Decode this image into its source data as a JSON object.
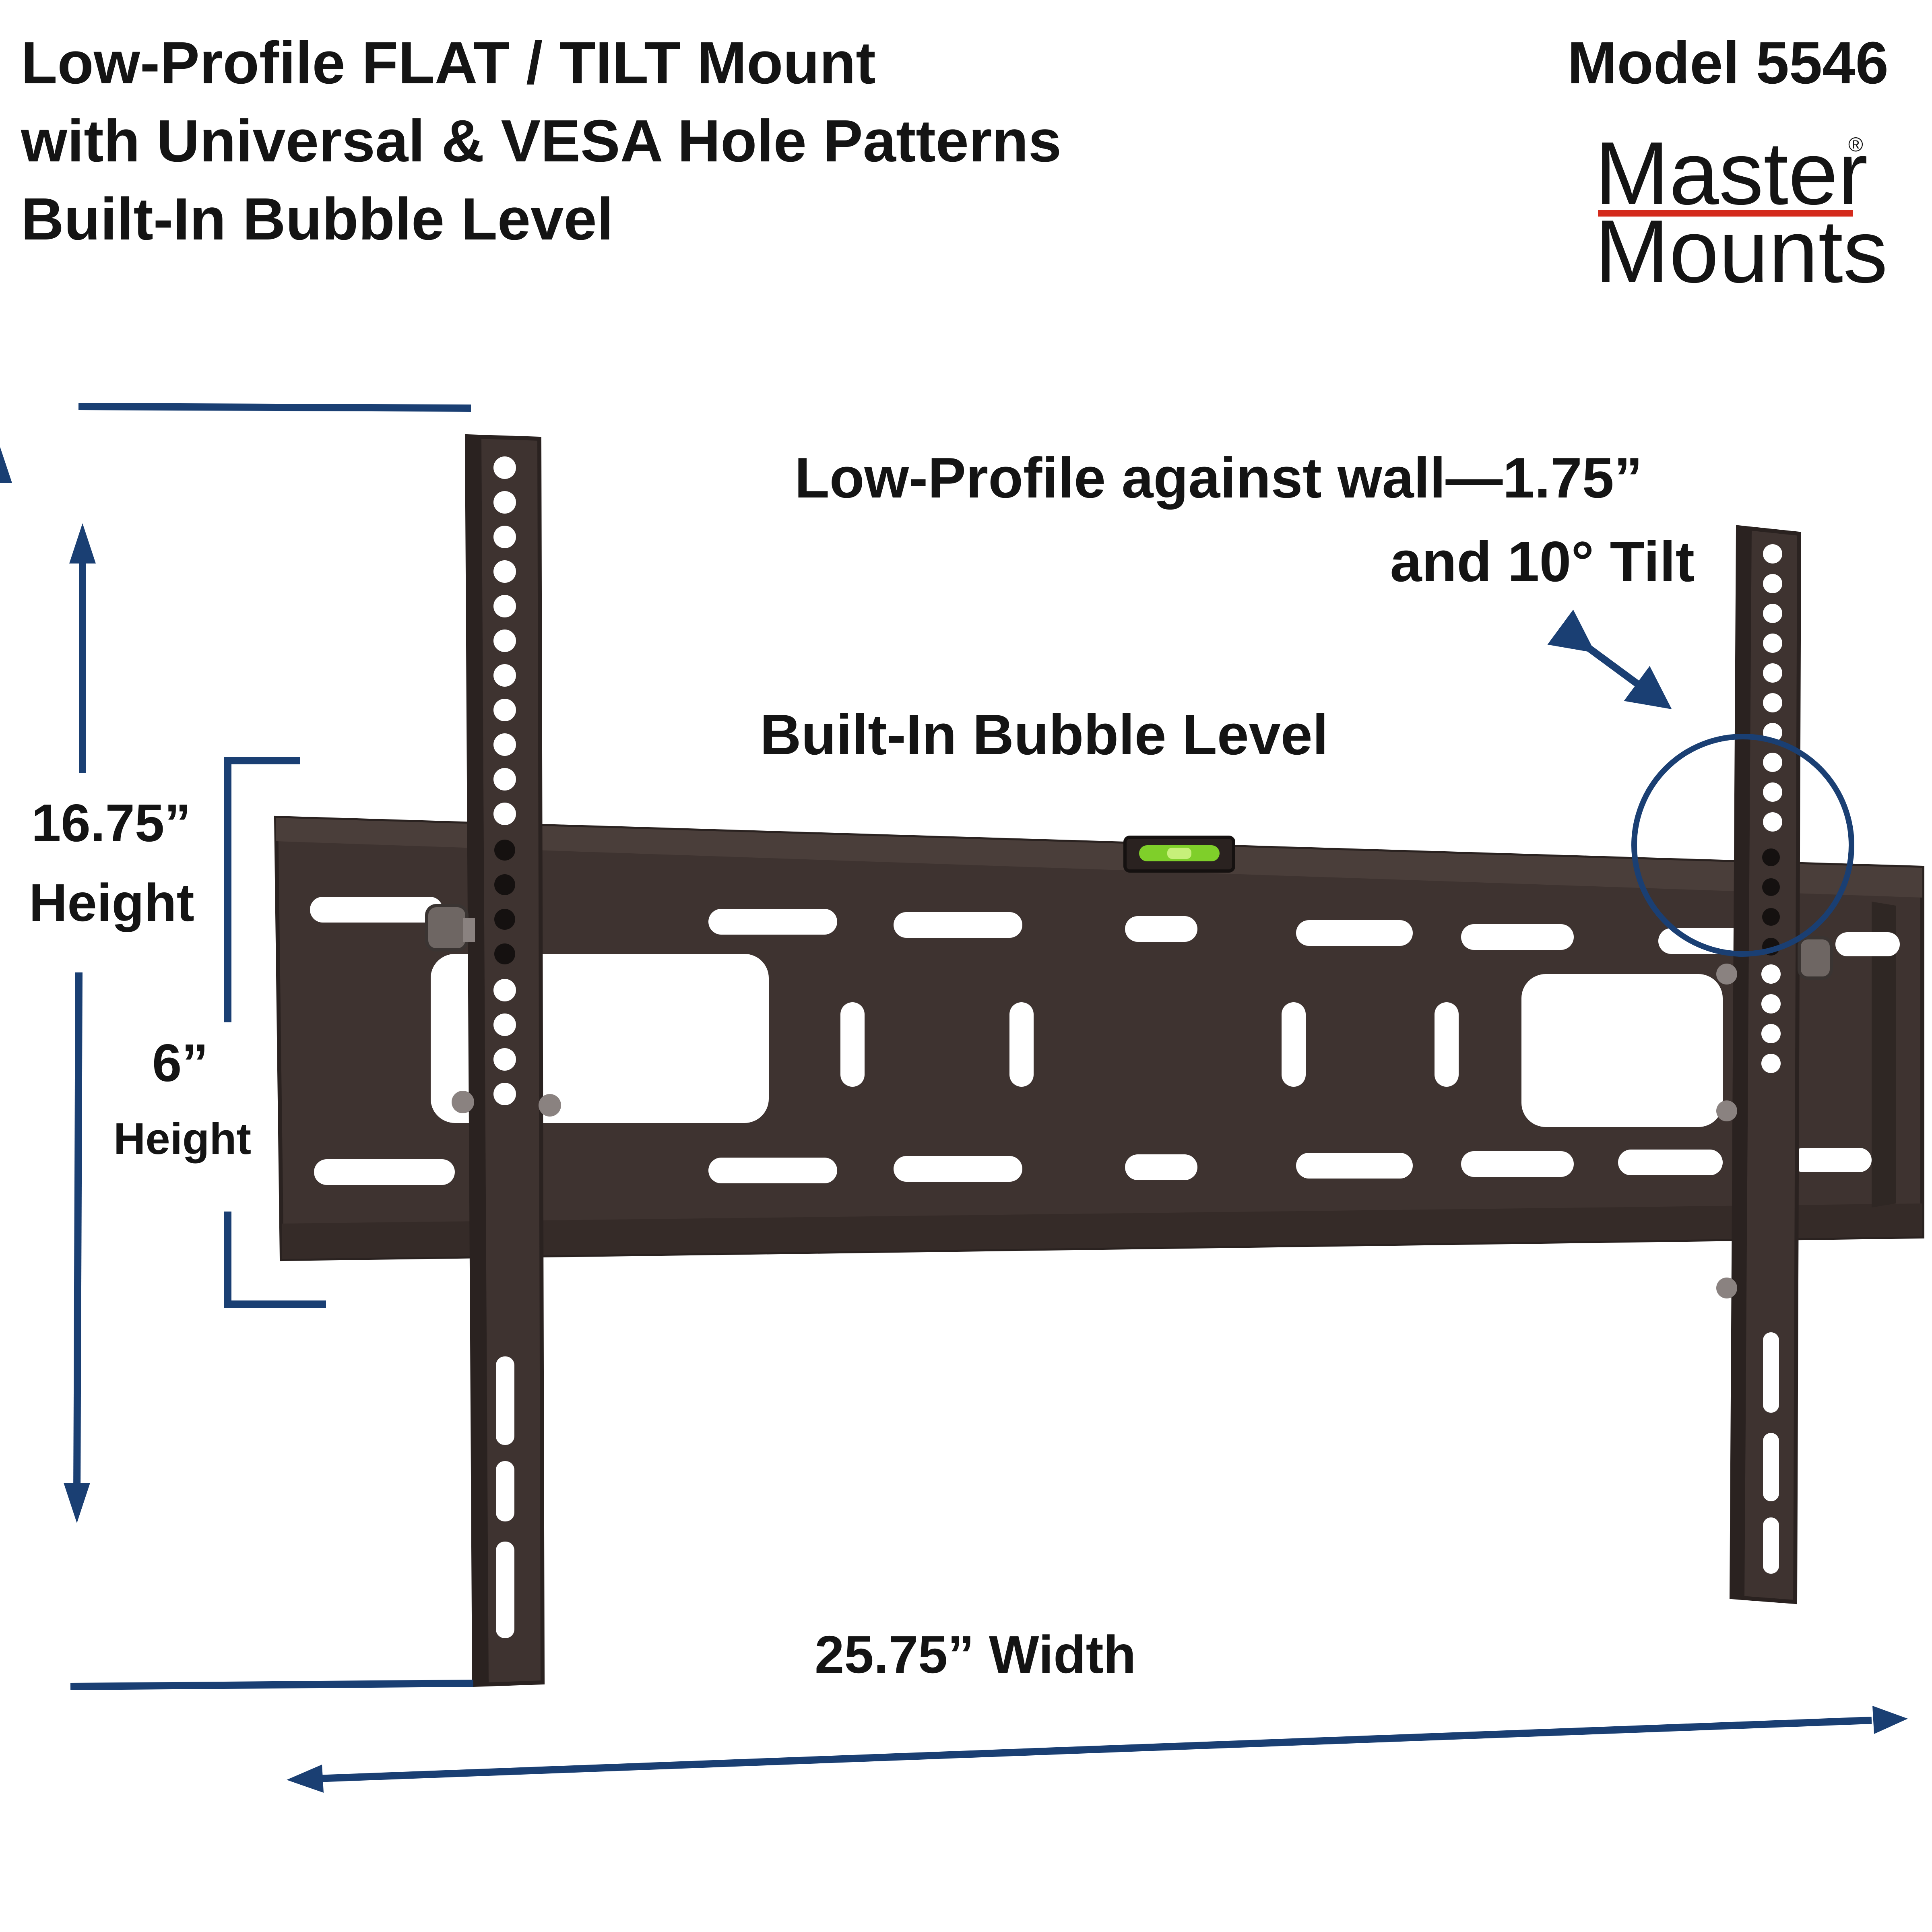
{
  "header": {
    "title_lines": [
      "Low-Profile FLAT / TILT Mount",
      "with Universal & VESA Hole Patterns",
      "Built-In Bubble Level"
    ],
    "model": "Model 5546"
  },
  "brand": {
    "name_top": "Master",
    "name_bottom": "Mounts",
    "registered_mark": "®",
    "rule_color": "#d42a1c"
  },
  "callouts": {
    "profile_line1": "Low-Profile against wall—1.75”",
    "profile_line2": "and 10° Tilt",
    "bubble_level": "Built-In Bubble Level"
  },
  "dimensions": {
    "total_height_value": "16.75”",
    "total_height_label": "Height",
    "plate_height_value": "6”",
    "plate_height_label": "Height",
    "width": "25.75” Width"
  },
  "colors": {
    "dimension_blue": "#1a3f73",
    "bracket_dark": "#3e3330",
    "bracket_edge": "#2a2220",
    "hole_white": "#ffffff",
    "bubble_green": "#7fcf2a"
  },
  "icons": {
    "bubble_level": "bubble-level-icon",
    "tilt_arrow": "double-arrow-icon",
    "highlight_circle": "highlight-circle"
  }
}
